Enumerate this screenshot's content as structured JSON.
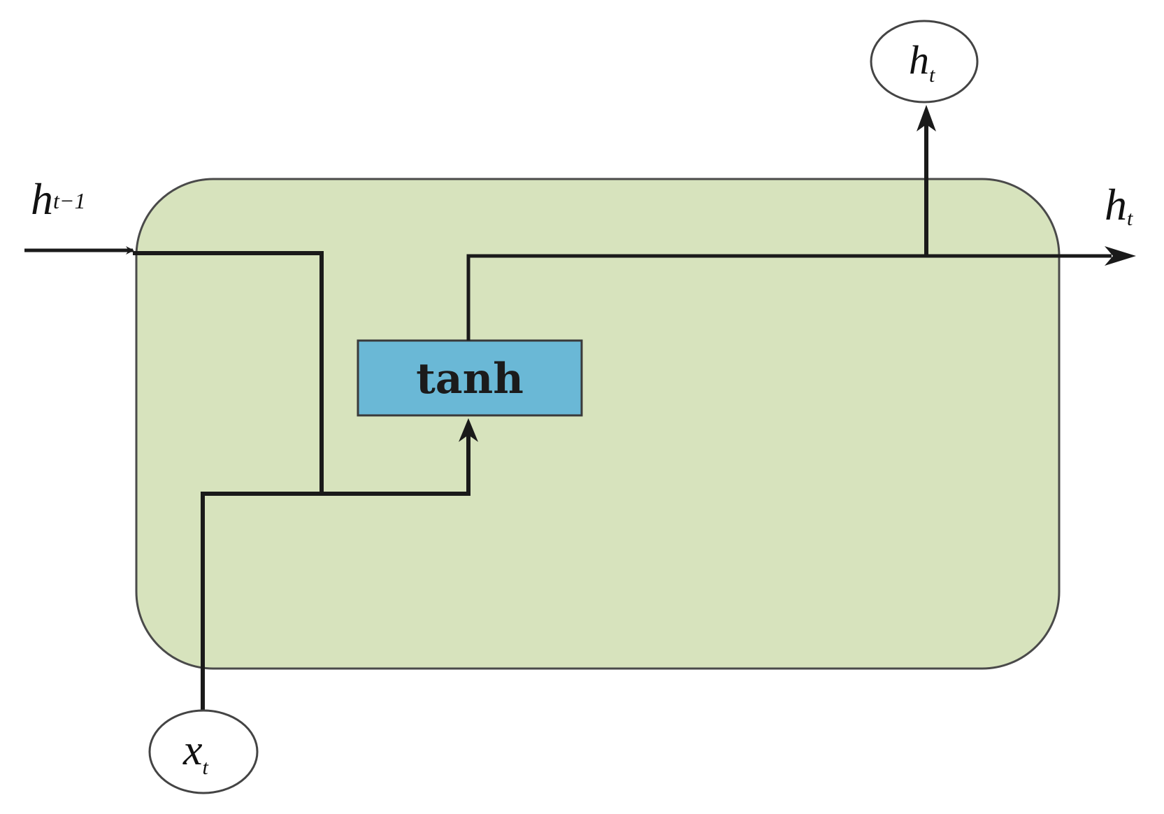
{
  "colors": {
    "cell_fill": "#d7e3bd",
    "cell_stroke": "#4a4a4a",
    "gate_fill": "#6ab8d6",
    "gate_stroke": "#3a3a3a",
    "line": "#1a1a1a",
    "node_fill": "#ffffff"
  },
  "gate": {
    "label": "tanh"
  },
  "labels": {
    "input_prev_base": "h",
    "input_prev_sub": "t−1",
    "output_right_base": "h",
    "output_right_sub": "t",
    "output_top_base": "h",
    "output_top_sub": "t",
    "input_x_base": "x",
    "input_x_sub": "t"
  }
}
